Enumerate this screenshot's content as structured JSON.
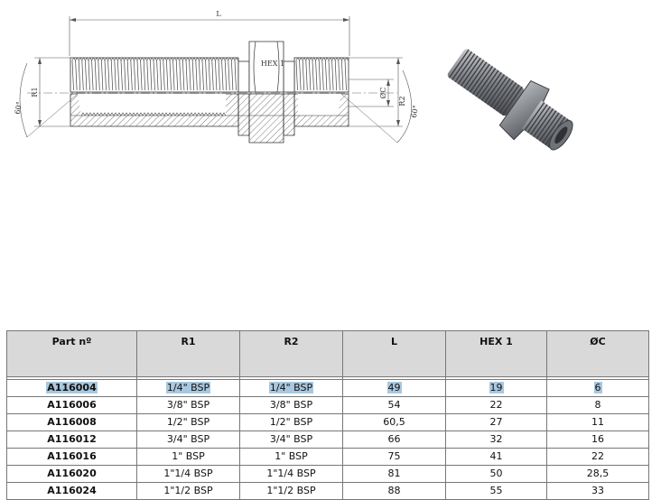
{
  "drawing": {
    "labels": {
      "length": "L",
      "hex": "HEX 1",
      "r1": "R1",
      "r2": "R2",
      "diameter_c": "ØC",
      "angle_left": "60°",
      "angle_right": "60°"
    }
  },
  "table": {
    "headers": [
      "Part nº",
      "R1",
      "R2",
      "L",
      "HEX 1",
      "ØC"
    ],
    "rows": [
      [
        "A116004",
        "1/4\" BSP",
        "1/4\" BSP",
        "49",
        "19",
        "6"
      ],
      [
        "A116006",
        "3/8\" BSP",
        "3/8\" BSP",
        "54",
        "22",
        "8"
      ],
      [
        "A116008",
        "1/2\" BSP",
        "1/2\" BSP",
        "60,5",
        "27",
        "11"
      ],
      [
        "A116012",
        "3/4\" BSP",
        "3/4\" BSP",
        "66",
        "32",
        "16"
      ],
      [
        "A116016",
        "1\" BSP",
        "1\" BSP",
        "75",
        "41",
        "22"
      ],
      [
        "A116020",
        "1\"1/4 BSP",
        "1\"1/4 BSP",
        "81",
        "50",
        "28,5"
      ],
      [
        "A116024",
        "1\"1/2 BSP",
        "1\"1/2 BSP",
        "88",
        "55",
        "33"
      ]
    ]
  },
  "colors": {
    "header_bg": "#d9d9d9",
    "selection": "#a8c8e0",
    "metal": "#8a8d92"
  }
}
